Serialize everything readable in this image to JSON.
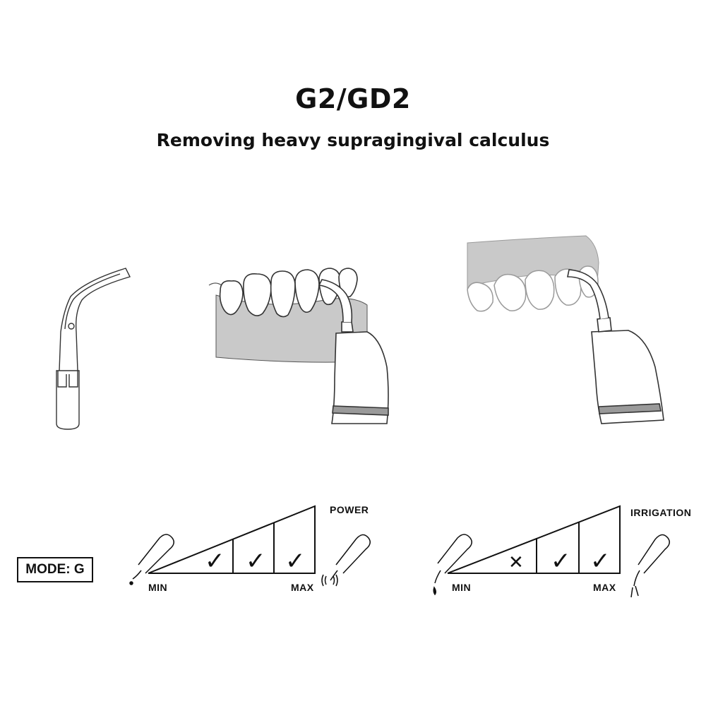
{
  "header": {
    "title": "G2/GD2",
    "subtitle": "Removing heavy supragingival calculus"
  },
  "illustrations": {
    "tip": "scaler-tip-icon",
    "lower_teeth": "lower-teeth-scaling-illustration",
    "upper_teeth": "upper-teeth-scaling-illustration"
  },
  "mode": {
    "label": "MODE: G"
  },
  "power": {
    "title": "POWER",
    "min_label": "MIN",
    "max_label": "MAX",
    "levels": [
      "✓",
      "✓",
      "✓"
    ]
  },
  "irrigation": {
    "title": "IRRIGATION",
    "min_label": "MIN",
    "max_label": "MAX",
    "levels": [
      "✕",
      "✓",
      "✓"
    ]
  },
  "colors": {
    "ink": "#111111",
    "gum": "#c9c9c9",
    "band": "#9a9a9a",
    "light_ink": "#9a9a9a"
  }
}
